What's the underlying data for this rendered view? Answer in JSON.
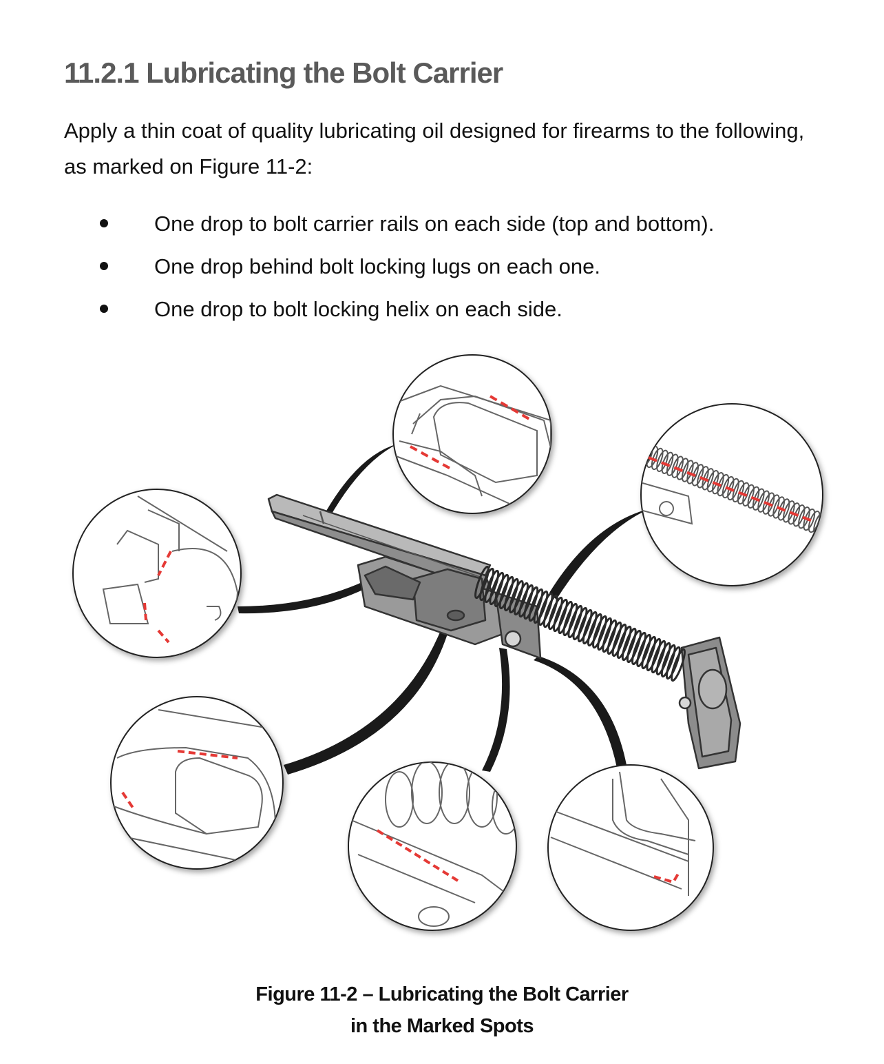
{
  "section": {
    "heading": "11.2.1 Lubricating the Bolt Carrier",
    "intro": "Apply a thin coat of quality lubricating oil designed for firearms to the following, as marked on Figure 11-2:",
    "bullets": [
      "One drop to bolt carrier rails on each side (top and bottom).",
      "One drop behind bolt locking lugs on each one.",
      "One drop to bolt locking helix on each side."
    ]
  },
  "figure": {
    "caption_line1": "Figure 11-2 – Lubricating the Bolt Carrier",
    "caption_line2": "in the Marked Spots",
    "marker_color": "#e53935",
    "line_color": "#555555"
  }
}
